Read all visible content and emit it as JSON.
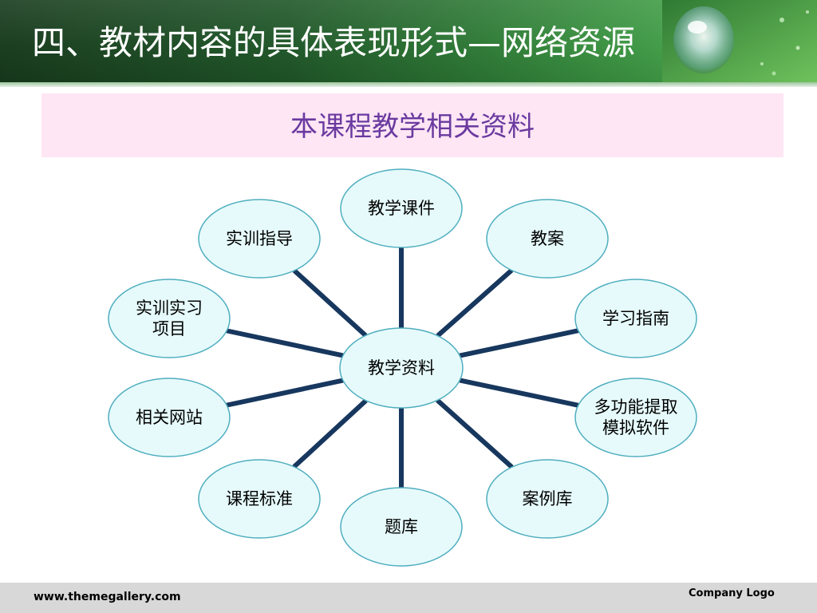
{
  "header": {
    "title": "四、教材内容的具体表现形式—网络资源"
  },
  "banner": {
    "title": "本课程教学相关资料"
  },
  "diagram": {
    "center": {
      "label": [
        "教学资料"
      ]
    },
    "nodes": [
      {
        "id": "kejian",
        "label": [
          "教学课件"
        ]
      },
      {
        "id": "jiaoan",
        "label": [
          "教案"
        ]
      },
      {
        "id": "xuexi",
        "label": [
          "学习指南"
        ]
      },
      {
        "id": "moni",
        "label": [
          "多功能提取",
          "模拟软件"
        ]
      },
      {
        "id": "anli",
        "label": [
          "案例库"
        ]
      },
      {
        "id": "tiku",
        "label": [
          "题库"
        ]
      },
      {
        "id": "biaozhun",
        "label": [
          "课程标准"
        ]
      },
      {
        "id": "wangzhan",
        "label": [
          "相关网站"
        ]
      },
      {
        "id": "xiangmu",
        "label": [
          "实训实习",
          "项目"
        ]
      },
      {
        "id": "zhidao",
        "label": [
          "实训指导"
        ]
      }
    ],
    "colors": {
      "node_fill": "#e6fafb",
      "node_stroke": "#4faebf",
      "connector": "#17375e",
      "text": "#000000"
    }
  },
  "footer": {
    "url": "www.themegallery.com",
    "logo": "Company Logo"
  }
}
